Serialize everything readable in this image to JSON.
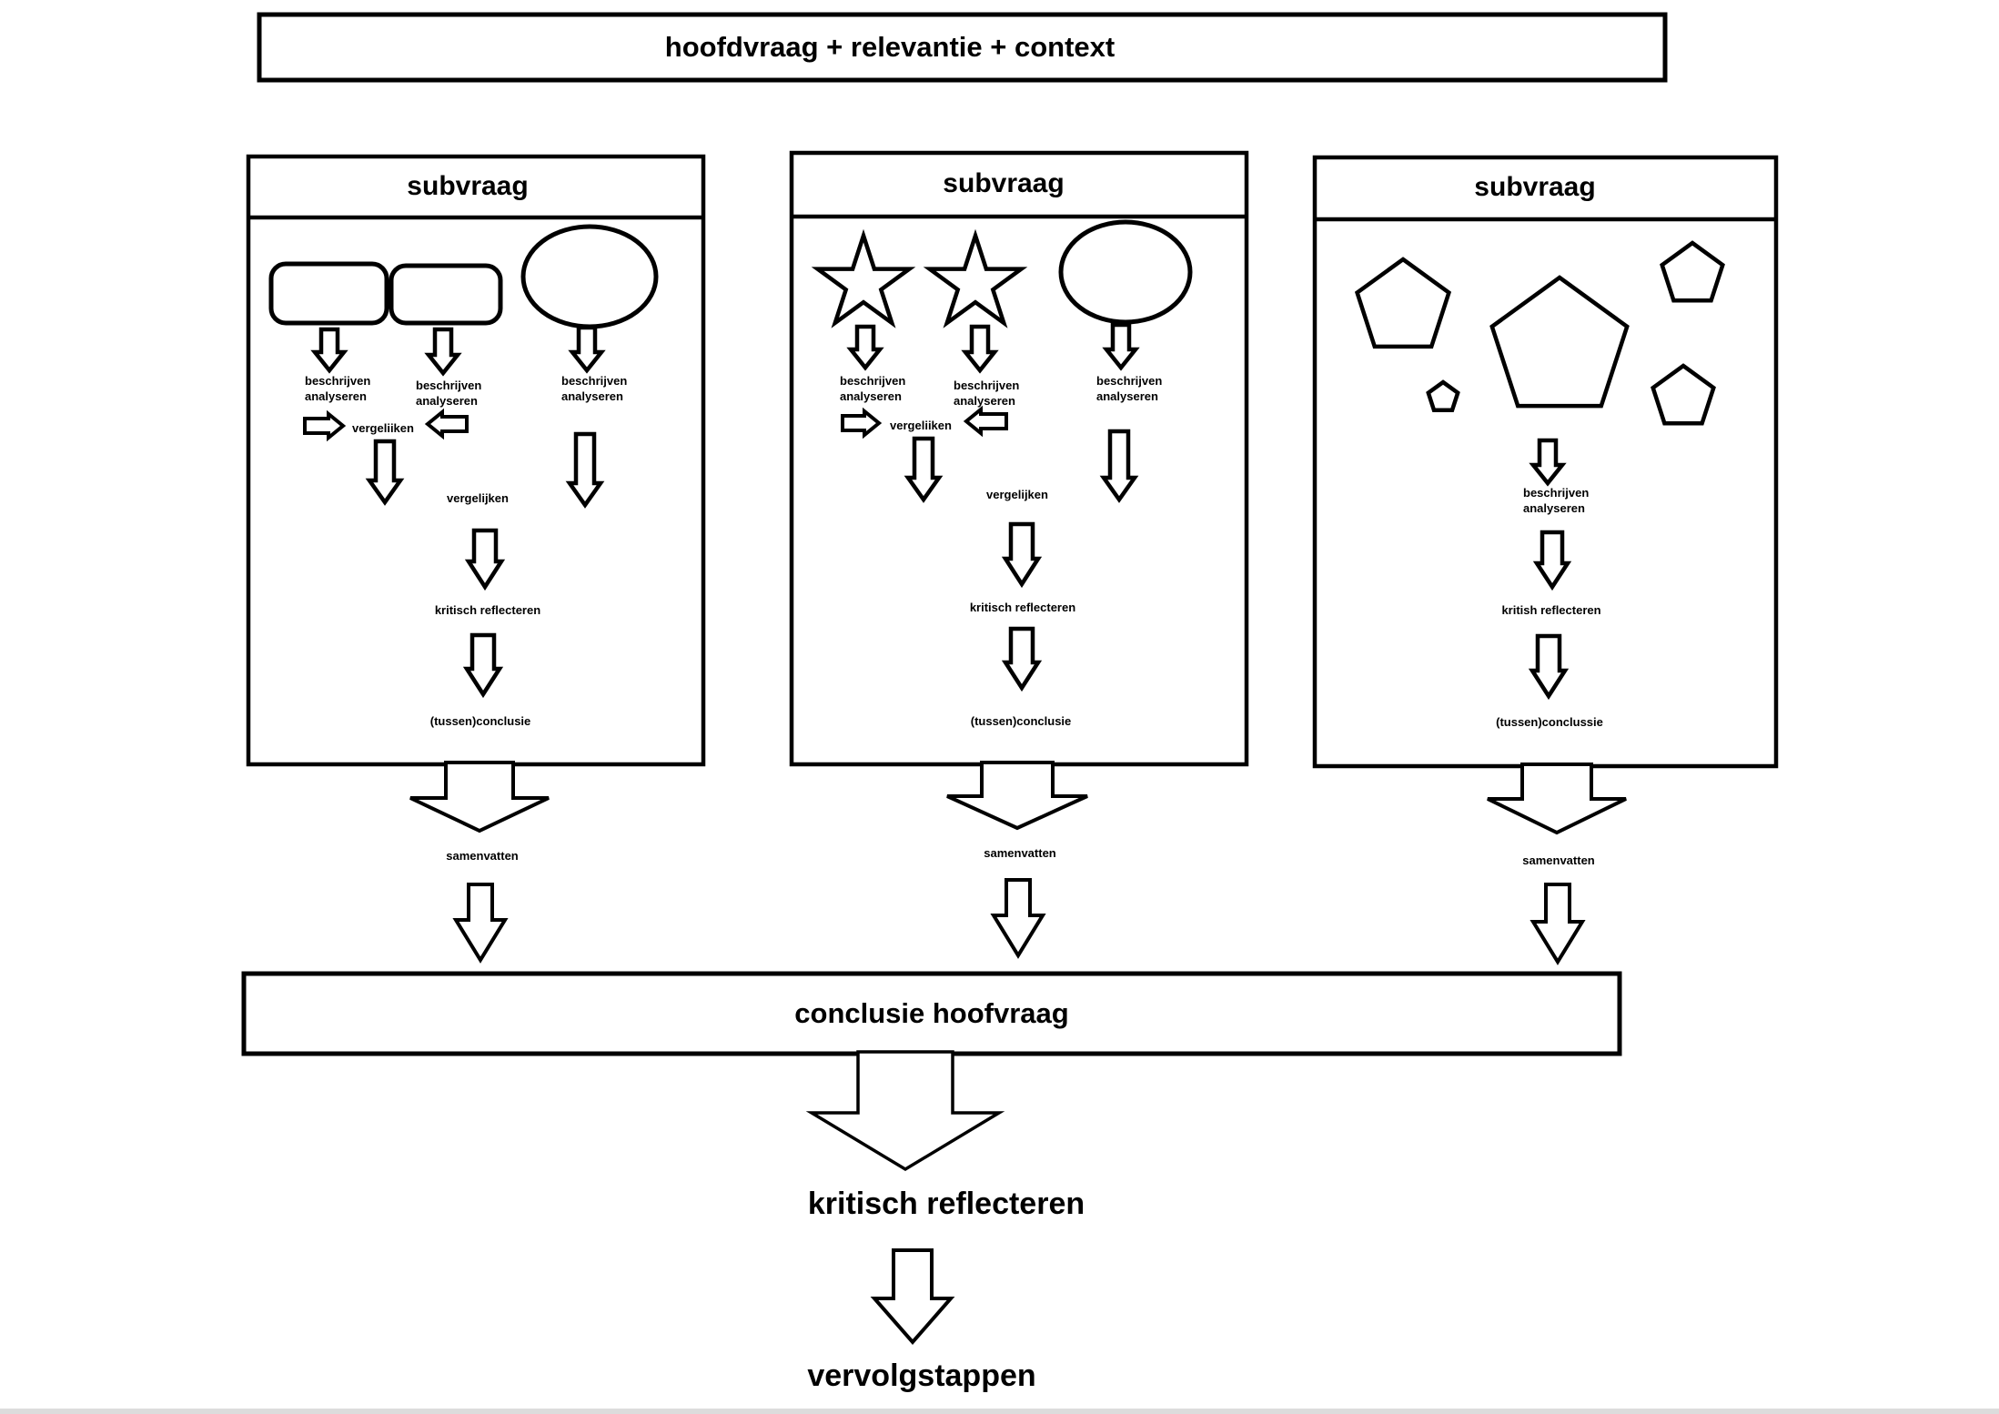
{
  "colors": {
    "ink": "#000000",
    "background": "#ffffff",
    "page_edge": "#dcdcdc"
  },
  "main_question": {
    "title": "hoofdvraag + relevantie + context"
  },
  "subvraags": [
    {
      "header": "subvraag",
      "describe_labels": [
        "beschrijven\nanalyseren",
        "beschrijven\nanalyseren",
        "beschrijven\nanalyseren"
      ],
      "compare_small": "vergeliiken",
      "compare": "vergelijken",
      "reflect": "kritisch reflecteren",
      "conclusion": "(tussen)conclusie",
      "summarize": "samenvatten"
    },
    {
      "header": "subvraag",
      "describe_labels": [
        "beschrijven\nanalyseren",
        "beschrijven\nanalyseren",
        "beschrijven\nanalyseren"
      ],
      "compare_small": "vergeliiken",
      "compare": "vergelijken",
      "reflect": "kritisch reflecteren",
      "conclusion": "(tussen)conclusie",
      "summarize": "samenvatten"
    },
    {
      "header": "subvraag",
      "describe_labels": [
        "beschrijven\nanalyseren"
      ],
      "reflect": "kritish reflecteren",
      "conclusion": "(tussen)conclussie",
      "summarize": "samenvatten"
    }
  ],
  "conclusion_bar": {
    "title": "conclusie hoofvraag"
  },
  "final_steps": {
    "reflect": "kritisch reflecteren",
    "next": "vervolgstappen"
  }
}
